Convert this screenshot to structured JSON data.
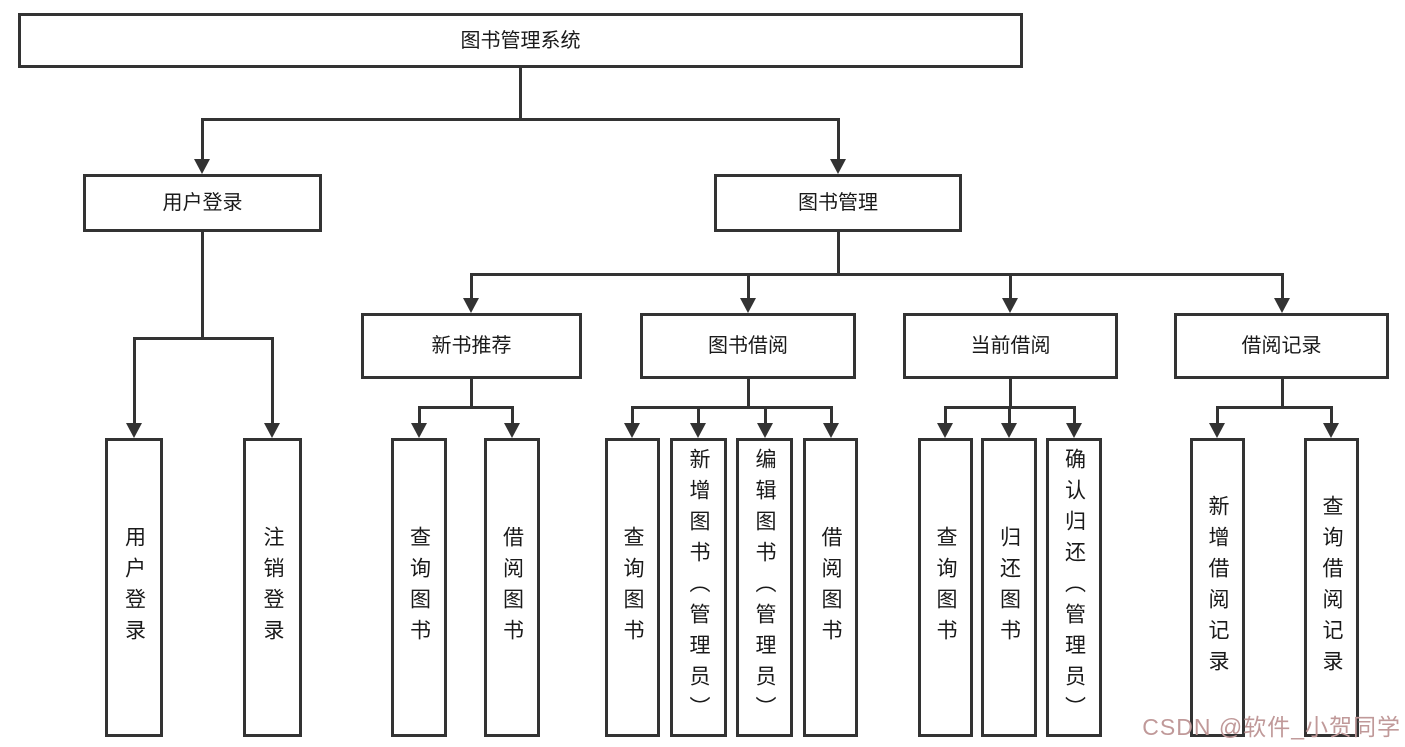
{
  "title": "图书管理系统",
  "watermark": "CSDN @软件_小贺同学",
  "colors": {
    "line": "#333333",
    "box_border": "#333333",
    "text": "#1a1a1a",
    "background": "#ffffff",
    "watermark": "#c09999"
  },
  "nodes": {
    "root": "图书管理系统",
    "user_login": "用户登录",
    "book_mgmt": "图书管理",
    "user_login_children": [
      "用户登录",
      "注销登录"
    ],
    "new_books": "新书推荐",
    "book_borrow": "图书借阅",
    "current_borrow": "当前借阅",
    "borrow_records": "借阅记录",
    "new_books_children": [
      "查询图书",
      "借阅图书"
    ],
    "book_borrow_children": [
      "查询图书",
      "新增图书（管理员）",
      "编辑图书（管理员）",
      "借阅图书"
    ],
    "current_borrow_children": [
      "查询图书",
      "归还图书",
      "确认归还（管理员）"
    ],
    "borrow_records_children": [
      "新增借阅记录",
      "查询借阅记录"
    ]
  }
}
